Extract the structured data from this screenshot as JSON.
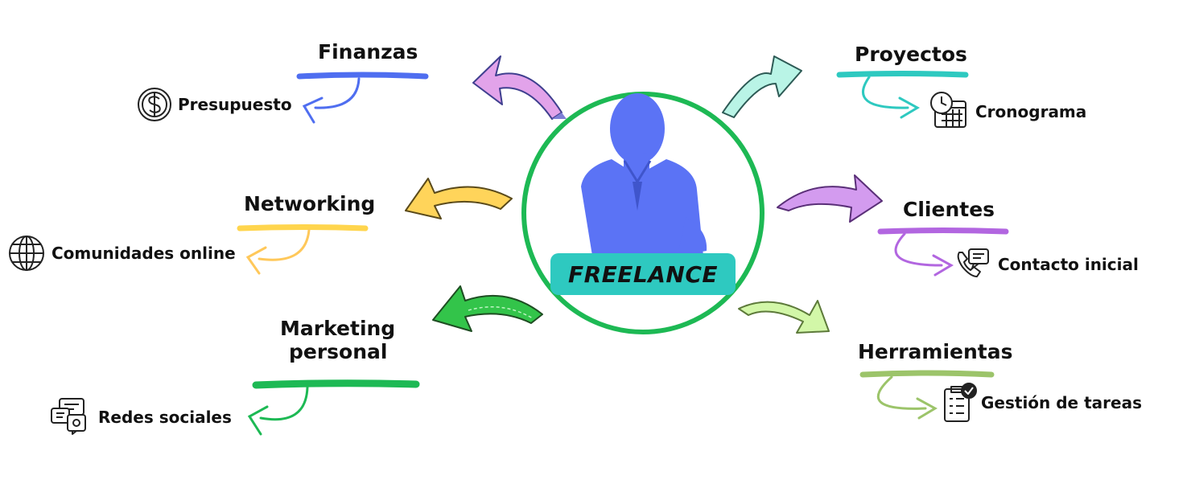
{
  "center": {
    "label": "FREELANCE",
    "ring_color": "#1db954",
    "label_bg": "#2ec9c0",
    "figure_color": "#5b73f5"
  },
  "branches": [
    {
      "key": "finanzas",
      "topic": "Finanzas",
      "item": "Presupuesto",
      "icon": "dollar-coin-icon",
      "color": "#4f6ef0",
      "arrow_color": "#e2a3ea"
    },
    {
      "key": "networking",
      "topic": "Networking",
      "item": "Comunidades online",
      "icon": "globe-icon",
      "color": "#ffd54d",
      "arrow_color": "#ffd45a"
    },
    {
      "key": "marketing",
      "topic_lines": [
        "Marketing",
        "personal"
      ],
      "item": "Redes sociales",
      "icon": "social-chat-icon",
      "color": "#1db954",
      "arrow_color": "#33c44a"
    },
    {
      "key": "proyectos",
      "topic": "Proyectos",
      "item": "Cronograma",
      "icon": "calendar-clock-icon",
      "color": "#2ec9c0",
      "arrow_color": "#b9f4e6"
    },
    {
      "key": "clientes",
      "topic": "Clientes",
      "item": "Contacto inicial",
      "icon": "phone-message-icon",
      "color": "#b266e0",
      "arrow_color": "#d39bef"
    },
    {
      "key": "herramientas",
      "topic": "Herramientas",
      "item": "Gestión de tareas",
      "icon": "task-checklist-icon",
      "color": "#9cc46a",
      "arrow_color": "#d2f7a8"
    }
  ]
}
